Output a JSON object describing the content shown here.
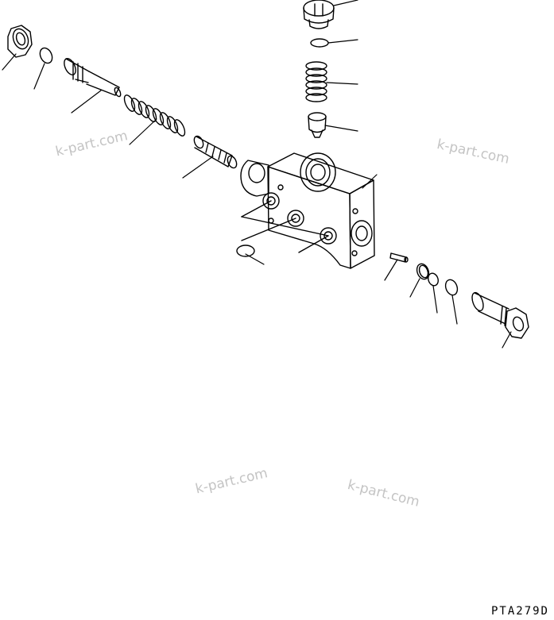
{
  "figure_code": "PTA279D",
  "watermarks": [
    "k-part.com",
    "k-part.com",
    "k-part.com",
    "k-part.com"
  ],
  "parts": [
    "hex-nut",
    "o-ring",
    "adjusting-screw",
    "spring",
    "poppet",
    "valve-body",
    "dowel-pin",
    "backup-ring",
    "o-ring",
    "o-ring",
    "plug",
    "plug-top",
    "o-ring-top",
    "spring-top",
    "poppet-top",
    "o-rings-port"
  ]
}
